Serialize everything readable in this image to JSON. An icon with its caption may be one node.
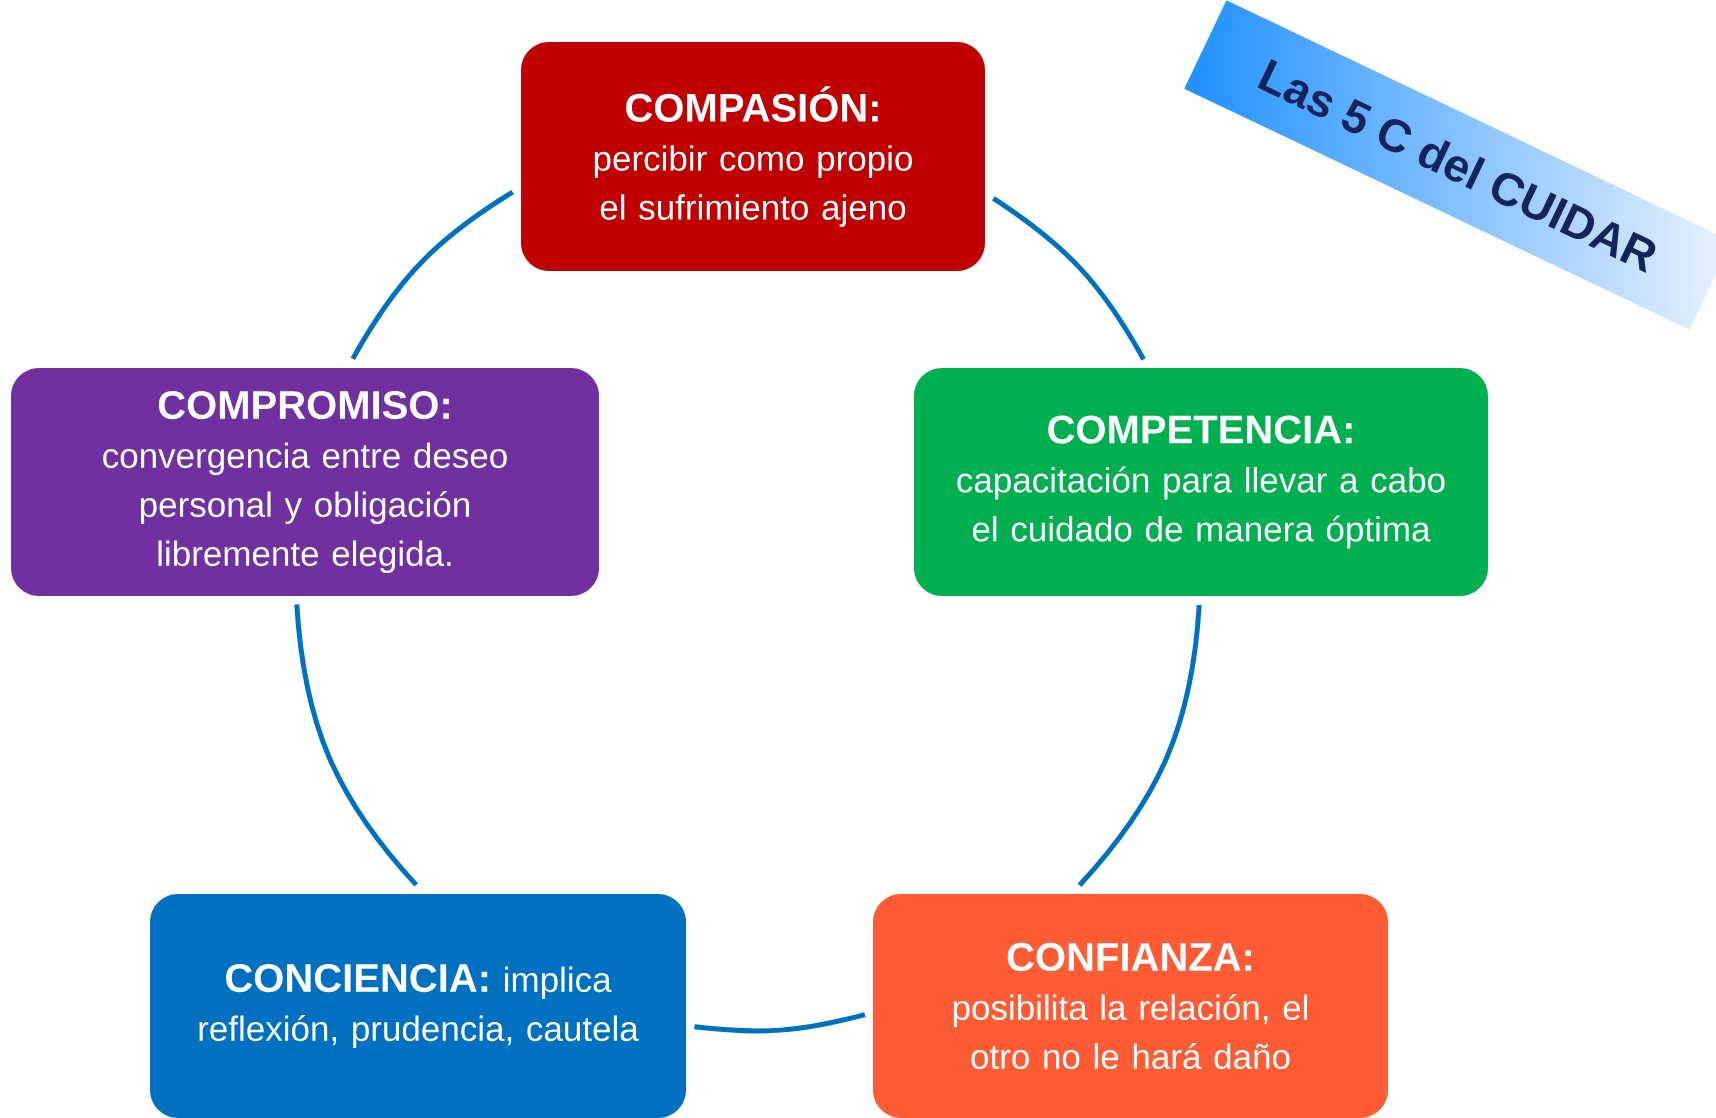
{
  "diagram": {
    "title": "Las 5 C del CUIDAR",
    "nodes": [
      {
        "text": [
          "COMPASIÓN:",
          "percibir como propio el sufrimiento ajeno"
        ]
      },
      {
        "text": [
          "COMPETENCIA:",
          "capacitación para llevar a cabo el cuidado de manera óptima"
        ]
      },
      {
        "text": [
          "CONFIANZA:",
          "posibilita la relación, el otro no le hará daño"
        ]
      },
      {
        "text": [
          "CONCIENCIA:",
          "implica reflexión, prudencia, cautela"
        ]
      },
      {
        "text": [
          "COMPROMISO:",
          "convergencia entre deseo personal y obligación libremente elegida."
        ]
      }
    ],
    "edges": [
      {
        "from": 0,
        "to": 1,
        "arrow": "none"
      },
      {
        "from": 1,
        "to": 2,
        "arrow": "none"
      },
      {
        "from": 2,
        "to": 3,
        "arrow": "none"
      },
      {
        "from": 3,
        "to": 4,
        "arrow": "none"
      },
      {
        "from": 4,
        "to": 0,
        "arrow": "none"
      }
    ]
  }
}
